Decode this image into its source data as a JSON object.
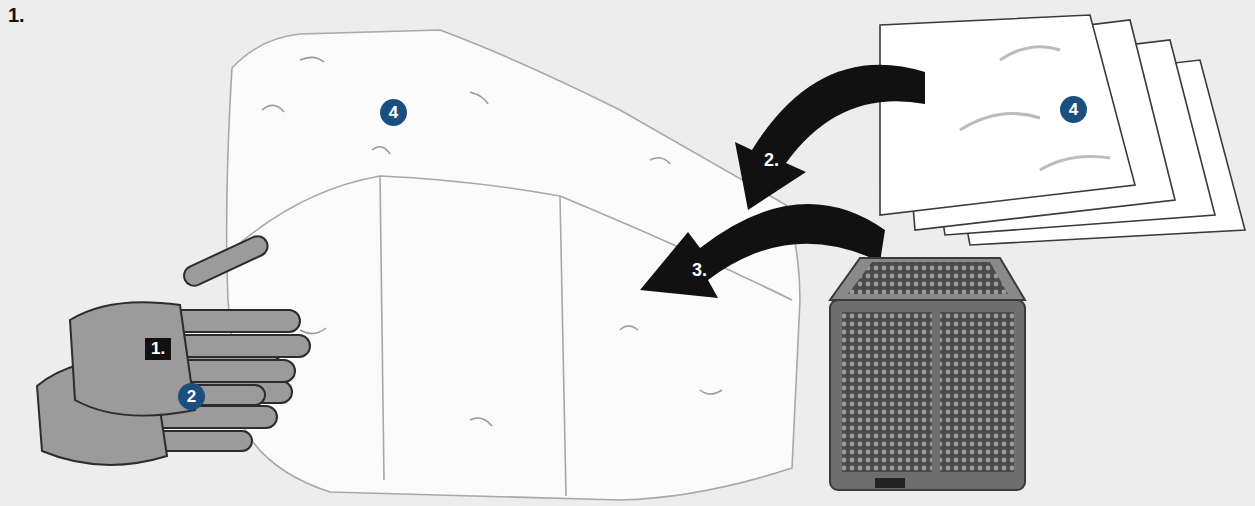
{
  "diagram": {
    "title": "1.",
    "labels": [
      "1.",
      "2",
      "4",
      "2.",
      "4",
      "3."
    ]
  }
}
